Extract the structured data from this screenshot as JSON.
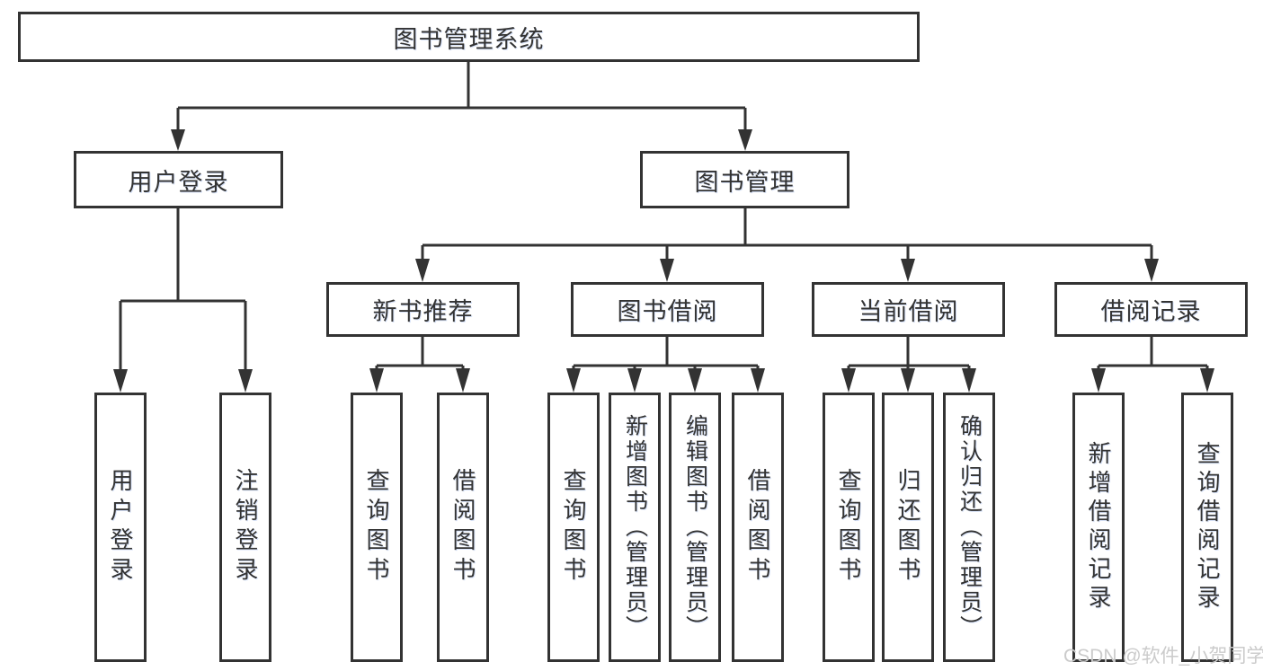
{
  "diagram": {
    "root": {
      "label": "图书管理系统"
    },
    "branches": [
      {
        "label": "用户登录",
        "children": [
          {
            "label": "用户登录"
          },
          {
            "label": "注销登录"
          }
        ]
      },
      {
        "label": "图书管理",
        "groups": [
          {
            "label": "新书推荐",
            "children": [
              {
                "label": "查询图书"
              },
              {
                "label": "借阅图书"
              }
            ]
          },
          {
            "label": "图书借阅",
            "children": [
              {
                "label": "查询图书"
              },
              {
                "label": "新增图书（管理员）"
              },
              {
                "label": "编辑图书（管理员）"
              },
              {
                "label": "借阅图书"
              }
            ]
          },
          {
            "label": "当前借阅",
            "children": [
              {
                "label": "查询图书"
              },
              {
                "label": "归还图书"
              },
              {
                "label": "确认归还（管理员）"
              }
            ]
          },
          {
            "label": "借阅记录",
            "children": [
              {
                "label": "新增借阅记录"
              },
              {
                "label": "查询借阅记录"
              }
            ]
          }
        ]
      }
    ]
  },
  "watermark": {
    "text": "CSDN @软件_小贺同学"
  },
  "colors": {
    "line": "#333333",
    "text": "#333333",
    "background": "#ffffff",
    "watermark": "#cbcbcb"
  }
}
